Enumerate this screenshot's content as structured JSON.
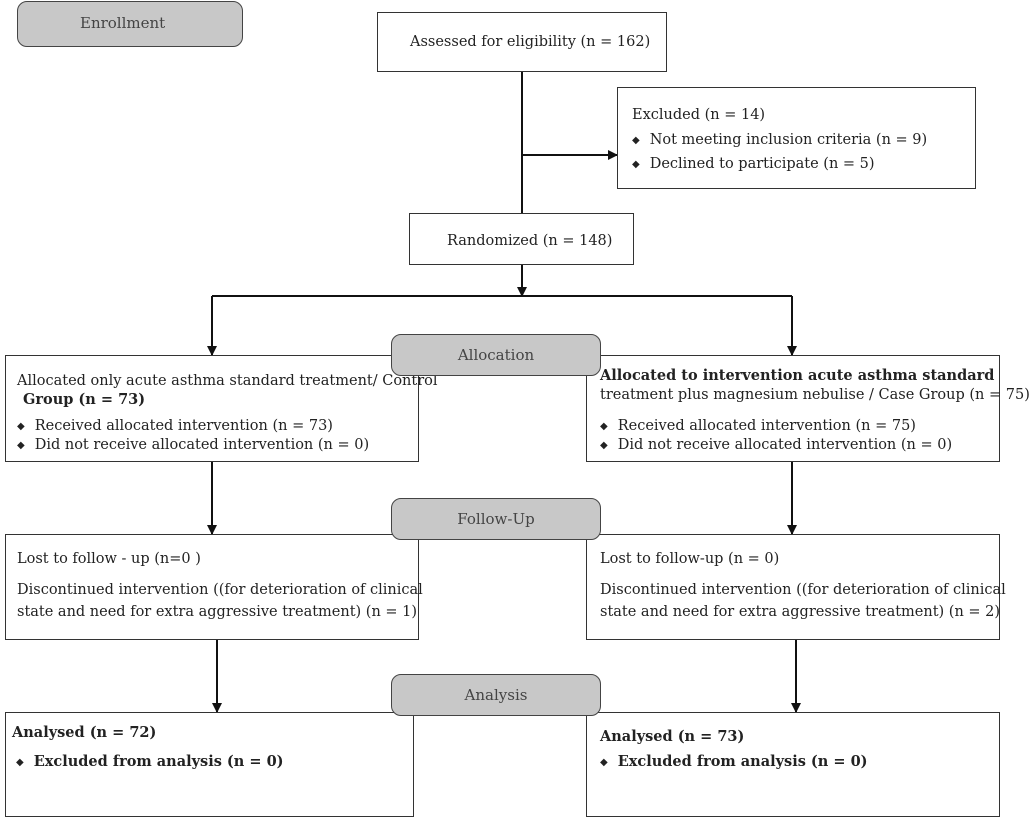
{
  "stages": {
    "enrollment": "Enrollment",
    "allocation": "Allocation",
    "followup": "Follow-Up",
    "analysis": "Analysis"
  },
  "assessed": {
    "label": "Assessed for eligibility (n = 162)"
  },
  "excluded": {
    "title": "Excluded (n = 14)",
    "items": [
      "Not meeting inclusion criteria (n = 9)",
      "Declined to participate (n = 5)"
    ]
  },
  "randomized": {
    "label": "Randomized (n = 148)"
  },
  "allocation": {
    "control": {
      "line1": "Allocated only acute asthma  standard treatment/ Control",
      "line2": "Group (n = 73)",
      "items": [
        "Received allocated intervention (n = 73)",
        "Did not receive allocated intervention (n = 0)"
      ]
    },
    "case": {
      "line1": "Allocated to intervention acute asthma standard",
      "line2": "treatment plus magnesium nebulise / Case Group (n = 75)",
      "items": [
        "Received allocated intervention (n = 75)",
        "Did not receive allocated intervention (n = 0)"
      ]
    }
  },
  "followup": {
    "control": {
      "lost": "Lost to follow  - up (n=0  )",
      "disc1": "Discontinued intervention ((for deterioration of clinical",
      "disc2": "state and need for extra aggressive treatment) (n = 1)"
    },
    "case": {
      "lost": "Lost to follow-up (n = 0)",
      "disc1": "Discontinued intervention ((for deterioration of clinical",
      "disc2": "state and need for extra aggressive treatment) (n = 2)"
    }
  },
  "analysis": {
    "control": {
      "title": "Analysed (n = 72)",
      "item": "Excluded from analysis (n = 0)"
    },
    "case": {
      "title": "Analysed (n = 73)",
      "item": "Excluded from analysis (n = 0)"
    }
  },
  "icons": {
    "bullet": "diamond-bullet-icon"
  }
}
